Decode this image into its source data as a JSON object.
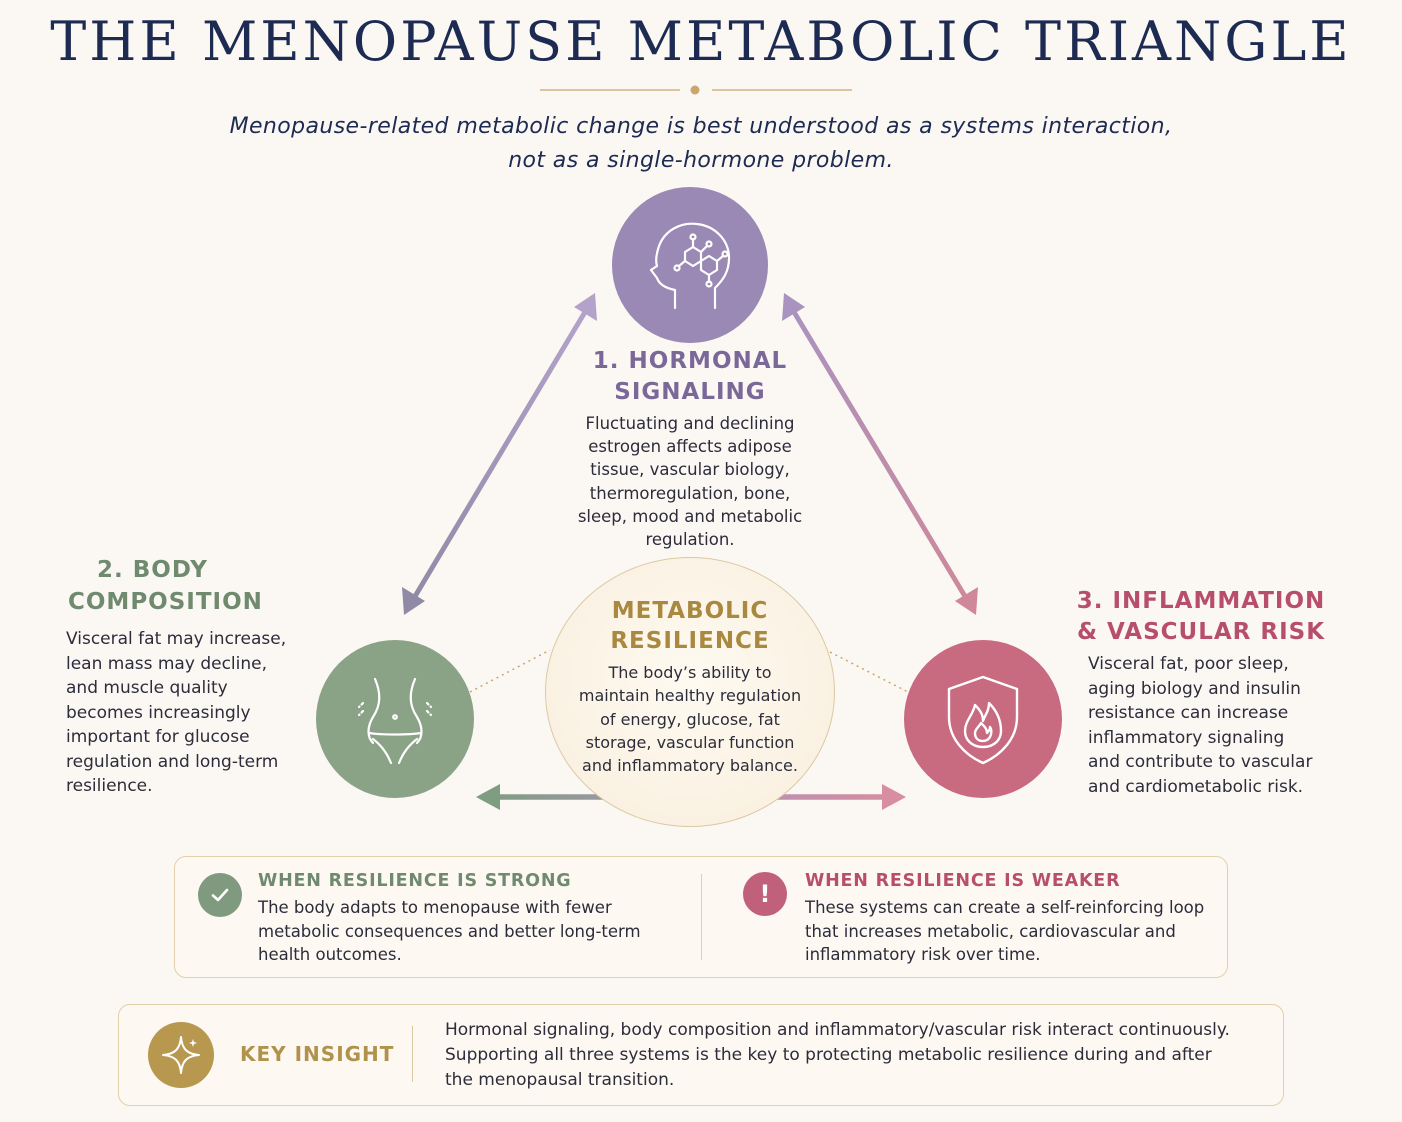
{
  "title": "THE MENOPAUSE METABOLIC TRIANGLE",
  "subtitle": {
    "line1": "Menopause-related metabolic change is best understood as a systems interaction,",
    "line2": "not as a single-hormone problem."
  },
  "nodes": {
    "hormonal": {
      "title_line1": "1. HORMONAL",
      "title_line2": "SIGNALING",
      "lines": [
        "Fluctuating and declining",
        "estrogen affects adipose",
        "tissue, vascular biology,",
        "thermoregulation, bone,",
        "sleep, mood and metabolic",
        "regulation."
      ],
      "icon": "head-molecule-icon",
      "color": "#9a88b5"
    },
    "body": {
      "title_line1": "2. BODY",
      "title_line2": "COMPOSITION",
      "lines": [
        "Visceral fat may increase,",
        "lean mass may decline,",
        "and muscle quality",
        "becomes increasingly",
        "important for glucose",
        "regulation and long-term",
        "resilience."
      ],
      "icon": "waist-icon",
      "color": "#8aa387"
    },
    "inflammation": {
      "title_line1": "3. INFLAMMATION",
      "title_line2": "& VASCULAR RISK",
      "lines": [
        "Visceral fat, poor sleep,",
        "aging biology and insulin",
        "resistance can increase",
        "inflammatory signaling",
        "and contribute to vascular",
        "and cardiometabolic risk."
      ],
      "icon": "shield-flame-icon",
      "color": "#c86a80"
    }
  },
  "center": {
    "title_line1": "METABOLIC",
    "title_line2": "RESILIENCE",
    "lines": [
      "The body’s ability to",
      "maintain healthy regulation",
      "of energy, glucose, fat",
      "storage, vascular function",
      "and inflammatory balance."
    ]
  },
  "outcomes": {
    "strong": {
      "title": "WHEN RESILIENCE IS STRONG",
      "lines": [
        "The body adapts to menopause with fewer",
        "metabolic consequences and better long-term",
        "health outcomes."
      ],
      "icon": "check-icon"
    },
    "weak": {
      "title": "WHEN RESILIENCE IS WEAKER",
      "lines": [
        "These systems can create a self-reinforcing loop",
        "that increases metabolic, cardiovascular and",
        "inflammatory risk over time."
      ],
      "icon": "exclamation-icon",
      "icon_text": "!"
    }
  },
  "key_insight": {
    "title": "KEY INSIGHT",
    "lines": [
      "Hormonal signaling, body composition and inflammatory/vascular risk interact continuously.",
      "Supporting all three systems is the key to protecting metabolic resilience during and after",
      "the menopausal transition."
    ],
    "icon": "sparkle-icon"
  }
}
